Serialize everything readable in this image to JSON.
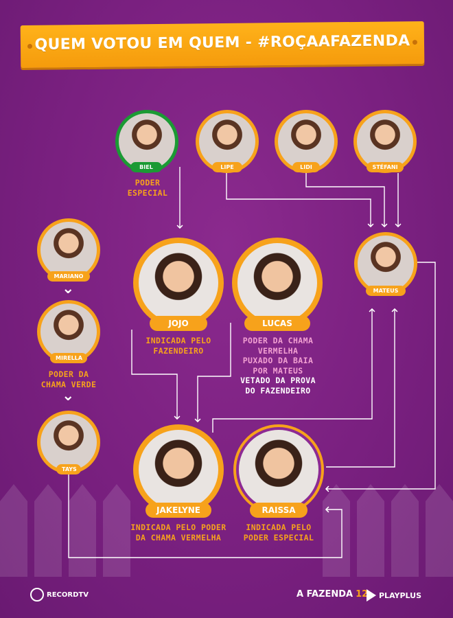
{
  "title": "QUEM VOTOU EM QUEM - #ROÇAAFAZENDA",
  "people": {
    "biel": "BIEL",
    "lipe": "LIPE",
    "lidi": "LIDI",
    "stefani": "STÉFANI",
    "mateus": "MATEUS",
    "mariano": "MARIANO",
    "mirella": "MIRELLA",
    "tays": "TAYS",
    "jojo": "JOJO",
    "lucas": "LUCAS",
    "jakelyne": "JAKELYNE",
    "raissa": "RAISSA"
  },
  "notes": {
    "biel_1": "PODER",
    "biel_2": "ESPECIAL",
    "mirella_1": "PODER DA",
    "mirella_2": "CHAMA VERDE",
    "jojo_1": "INDICADA PELO",
    "jojo_2": "FAZENDEIRO",
    "lucas_1": "PODER DA CHAMA",
    "lucas_2": "VERMELHA",
    "lucas_3": "PUXADO DA BAIA",
    "lucas_4": "POR MATEUS",
    "lucas_5": "VETADO DA PROVA",
    "lucas_6": "DO FAZENDEIRO",
    "jakelyne_1": "INDICADA PELO PODER",
    "jakelyne_2": "DA CHAMA VERMELHA",
    "raissa_1": "INDICADA PELO",
    "raissa_2": "PODER ESPECIAL"
  },
  "footer": {
    "record": "RECORDTV",
    "afazenda": "A FAZENDA",
    "afazenda_num": "12",
    "playplus": "PLAYPLUS"
  },
  "colors": {
    "background": "#7a2080",
    "accent": "#f7a21b",
    "green_tag": "#1b9a34",
    "pink_text": "#f2a0d2"
  }
}
